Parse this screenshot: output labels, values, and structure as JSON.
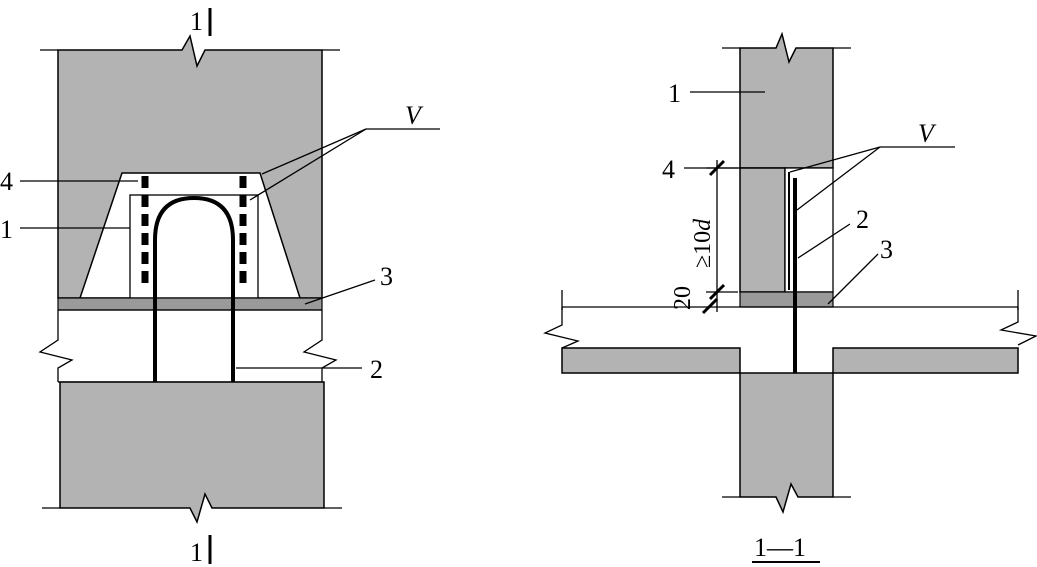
{
  "elevation": {
    "section_mark_top": "1",
    "section_mark_bottom": "1",
    "labels": {
      "l4": "4",
      "l1": "1",
      "l3": "3",
      "l2": "2",
      "weld": "V"
    }
  },
  "section": {
    "labels": {
      "l1": "1",
      "l4": "4",
      "l2": "2",
      "l3": "3",
      "weld": "V"
    },
    "dimension_length_prefix": "≥10",
    "dimension_length_var": "d",
    "dimension_gap": "20",
    "title": "1—1"
  }
}
